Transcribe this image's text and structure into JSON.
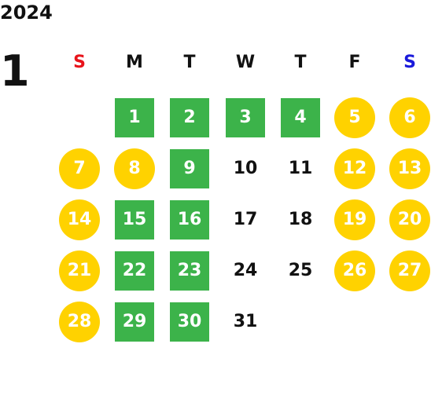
{
  "year": "2024",
  "month": "1",
  "weekdays": [
    {
      "label": "S",
      "color": "#e8141b"
    },
    {
      "label": "M",
      "color": "#111111"
    },
    {
      "label": "T",
      "color": "#111111"
    },
    {
      "label": "W",
      "color": "#111111"
    },
    {
      "label": "T",
      "color": "#111111"
    },
    {
      "label": "F",
      "color": "#111111"
    },
    {
      "label": "S",
      "color": "#1a1adb"
    }
  ],
  "colors": {
    "green": "#3cb34a",
    "yellow": "#ffd200",
    "sunday": "#e8141b",
    "saturday": "#1a1adb"
  },
  "days": [
    {
      "day": "1",
      "weekday": 1,
      "week": 0,
      "style": "green"
    },
    {
      "day": "2",
      "weekday": 2,
      "week": 0,
      "style": "green"
    },
    {
      "day": "3",
      "weekday": 3,
      "week": 0,
      "style": "green"
    },
    {
      "day": "4",
      "weekday": 4,
      "week": 0,
      "style": "green"
    },
    {
      "day": "5",
      "weekday": 5,
      "week": 0,
      "style": "yellow"
    },
    {
      "day": "6",
      "weekday": 6,
      "week": 0,
      "style": "yellow"
    },
    {
      "day": "7",
      "weekday": 0,
      "week": 1,
      "style": "yellow"
    },
    {
      "day": "8",
      "weekday": 1,
      "week": 1,
      "style": "yellow"
    },
    {
      "day": "9",
      "weekday": 2,
      "week": 1,
      "style": "green"
    },
    {
      "day": "10",
      "weekday": 3,
      "week": 1,
      "style": "plain"
    },
    {
      "day": "11",
      "weekday": 4,
      "week": 1,
      "style": "plain"
    },
    {
      "day": "12",
      "weekday": 5,
      "week": 1,
      "style": "yellow"
    },
    {
      "day": "13",
      "weekday": 6,
      "week": 1,
      "style": "yellow"
    },
    {
      "day": "14",
      "weekday": 0,
      "week": 2,
      "style": "yellow"
    },
    {
      "day": "15",
      "weekday": 1,
      "week": 2,
      "style": "green"
    },
    {
      "day": "16",
      "weekday": 2,
      "week": 2,
      "style": "green"
    },
    {
      "day": "17",
      "weekday": 3,
      "week": 2,
      "style": "plain"
    },
    {
      "day": "18",
      "weekday": 4,
      "week": 2,
      "style": "plain"
    },
    {
      "day": "19",
      "weekday": 5,
      "week": 2,
      "style": "yellow"
    },
    {
      "day": "20",
      "weekday": 6,
      "week": 2,
      "style": "yellow"
    },
    {
      "day": "21",
      "weekday": 0,
      "week": 3,
      "style": "yellow"
    },
    {
      "day": "22",
      "weekday": 1,
      "week": 3,
      "style": "green"
    },
    {
      "day": "23",
      "weekday": 2,
      "week": 3,
      "style": "green"
    },
    {
      "day": "24",
      "weekday": 3,
      "week": 3,
      "style": "plain"
    },
    {
      "day": "25",
      "weekday": 4,
      "week": 3,
      "style": "plain"
    },
    {
      "day": "26",
      "weekday": 5,
      "week": 3,
      "style": "yellow"
    },
    {
      "day": "27",
      "weekday": 6,
      "week": 3,
      "style": "yellow"
    },
    {
      "day": "28",
      "weekday": 0,
      "week": 4,
      "style": "yellow"
    },
    {
      "day": "29",
      "weekday": 1,
      "week": 4,
      "style": "green"
    },
    {
      "day": "30",
      "weekday": 2,
      "week": 4,
      "style": "green"
    },
    {
      "day": "31",
      "weekday": 3,
      "week": 4,
      "style": "plain"
    }
  ]
}
